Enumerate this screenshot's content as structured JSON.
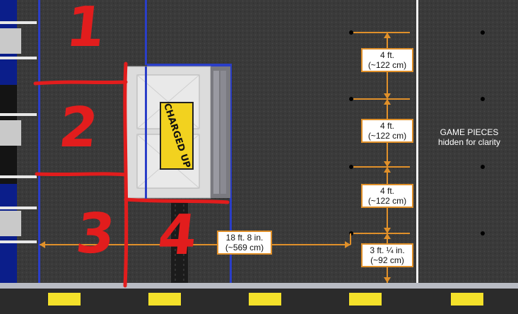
{
  "colors": {
    "carpet": "#3a3a3a",
    "tape_blue": "#2a3ec8",
    "tape_white": "#f2f2f2",
    "dimension_orange": "#e0902a",
    "annotation_red": "#e21d1d",
    "game_piece_marker": "#000000",
    "bumper_yellow": "#f4e12a"
  },
  "icons": {
    "charge_station_logo": "charged-up-logo",
    "game_piece_markers": "black-dots"
  },
  "charge_station": {
    "logo_text": "CHARGED UP"
  },
  "dimensions": {
    "spacing_1": {
      "imperial": "4 ft.",
      "metric": "(~122 cm)"
    },
    "spacing_2": {
      "imperial": "4 ft.",
      "metric": "(~122 cm)"
    },
    "spacing_3": {
      "imperial": "4 ft.",
      "metric": "(~122 cm)"
    },
    "to_wall": {
      "imperial": "3 ft. ¼ in.",
      "metric": "(~92 cm)"
    },
    "from_grid": {
      "imperial": "18 ft. 8 in.",
      "metric": "(~569 cm)"
    }
  },
  "note": {
    "line1": "GAME PIECES",
    "line2": "hidden for clarity"
  },
  "annotations": {
    "zone_1": "1",
    "zone_2": "2",
    "zone_3": "3",
    "zone_4": "4"
  }
}
